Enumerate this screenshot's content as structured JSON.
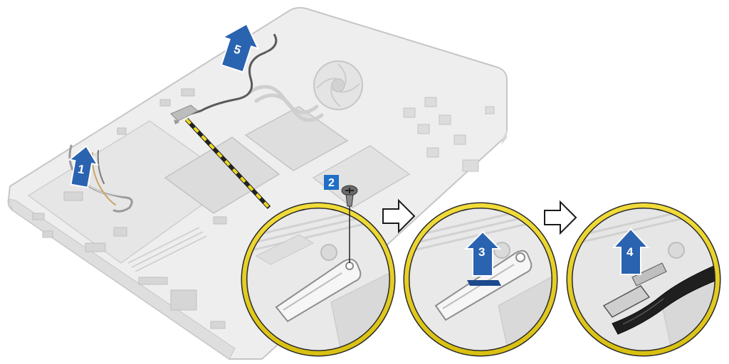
{
  "diagram": {
    "steps": [
      {
        "id": "1",
        "label": "1",
        "marker": "arrow"
      },
      {
        "id": "2",
        "label": "2",
        "marker": "box"
      },
      {
        "id": "3",
        "label": "3",
        "marker": "arrow"
      },
      {
        "id": "4",
        "label": "4",
        "marker": "arrow"
      },
      {
        "id": "5",
        "label": "5",
        "marker": "arrow"
      }
    ],
    "callout_panels": [
      "bracket-with-screw",
      "bracket-lifted",
      "cable-connector-lifted"
    ],
    "colors": {
      "arrow_blue": "#2a63b0",
      "arrow_blue_dark": "#1d4a8c",
      "box_blue": "#1f6fc6",
      "callout_ring": "#e8d21e",
      "chassis_fill": "#ececec",
      "chassis_stroke": "#c4c4c4",
      "dashed_line": "#f0d820"
    }
  }
}
